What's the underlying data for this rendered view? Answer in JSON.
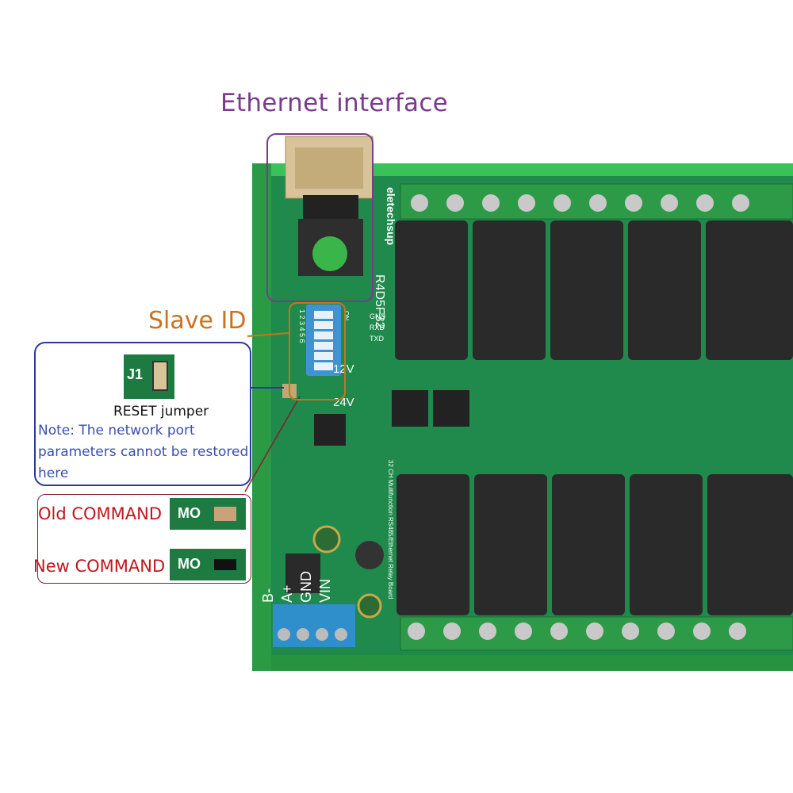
{
  "callouts": {
    "ethernet": {
      "title": "Ethernet interface",
      "color": "#7b3a8c"
    },
    "slave_id": {
      "title": "Slave ID",
      "color": "#c9731f"
    }
  },
  "reset_panel": {
    "jumper_label": "J1",
    "title": "RESET jumper",
    "note": "Note: The network port parameters cannot be restored here",
    "border_color": "#2b3a9a"
  },
  "command_panel": {
    "border_color": "#8a1d2b",
    "items": [
      {
        "label": "Old COMMAND",
        "pad_text": "MO"
      },
      {
        "label": "New COMMAND",
        "pad_text": "MO"
      }
    ]
  },
  "board": {
    "brand": "eletechsup",
    "model": "R4D5F32",
    "jumper_12v": "12V",
    "jumper_24v": "24V",
    "uart_labels": [
      "GND",
      "RXD",
      "TXD"
    ],
    "dip_numbers": [
      "1",
      "2",
      "3",
      "4",
      "5",
      "6"
    ],
    "dip_on": "ON",
    "terminal_labels": [
      "B-",
      "A+",
      "GND",
      "VIN"
    ],
    "silkscreen": "32 CH Multifunction RS485/Ethernet Relay Board",
    "colors": {
      "pcb": "#1f8a4b",
      "rail": "#33b04a",
      "relay": "#2a2a2a",
      "terminal": "#2f8fcb"
    }
  }
}
